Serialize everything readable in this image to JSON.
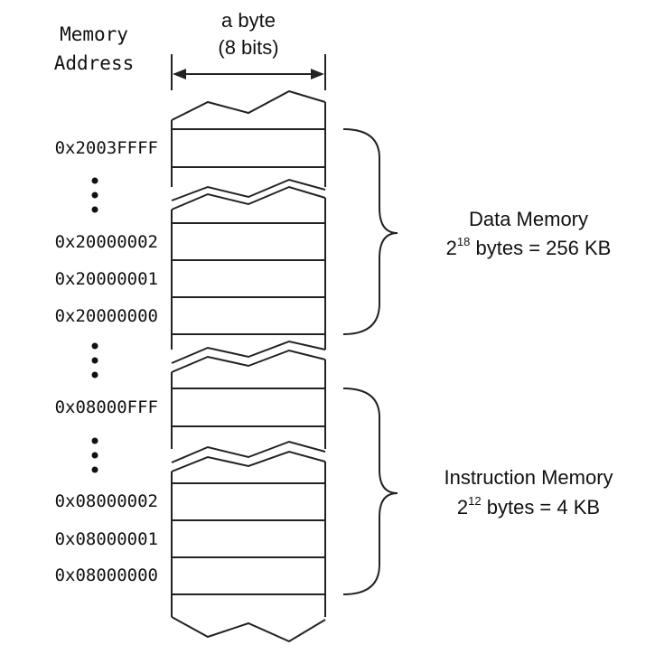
{
  "header": {
    "memory_address_line1": "Memory",
    "memory_address_line2": "Address",
    "byte_line1": "a byte",
    "byte_line2": "(8 bits)"
  },
  "addresses": [
    "0x2003FFFF",
    "0x20000002",
    "0x20000001",
    "0x20000000",
    "0x08000FFF",
    "0x08000002",
    "0x08000001",
    "0x08000000"
  ],
  "regions": [
    {
      "name": "Data Memory",
      "size_base": "2",
      "size_exp": "18",
      "size_rest": " bytes = 256 KB"
    },
    {
      "name": "Instruction Memory",
      "size_base": "2",
      "size_exp": "12",
      "size_rest": " bytes = 4 KB"
    }
  ],
  "colors": {
    "stroke": "#222222",
    "text": "#111111"
  }
}
